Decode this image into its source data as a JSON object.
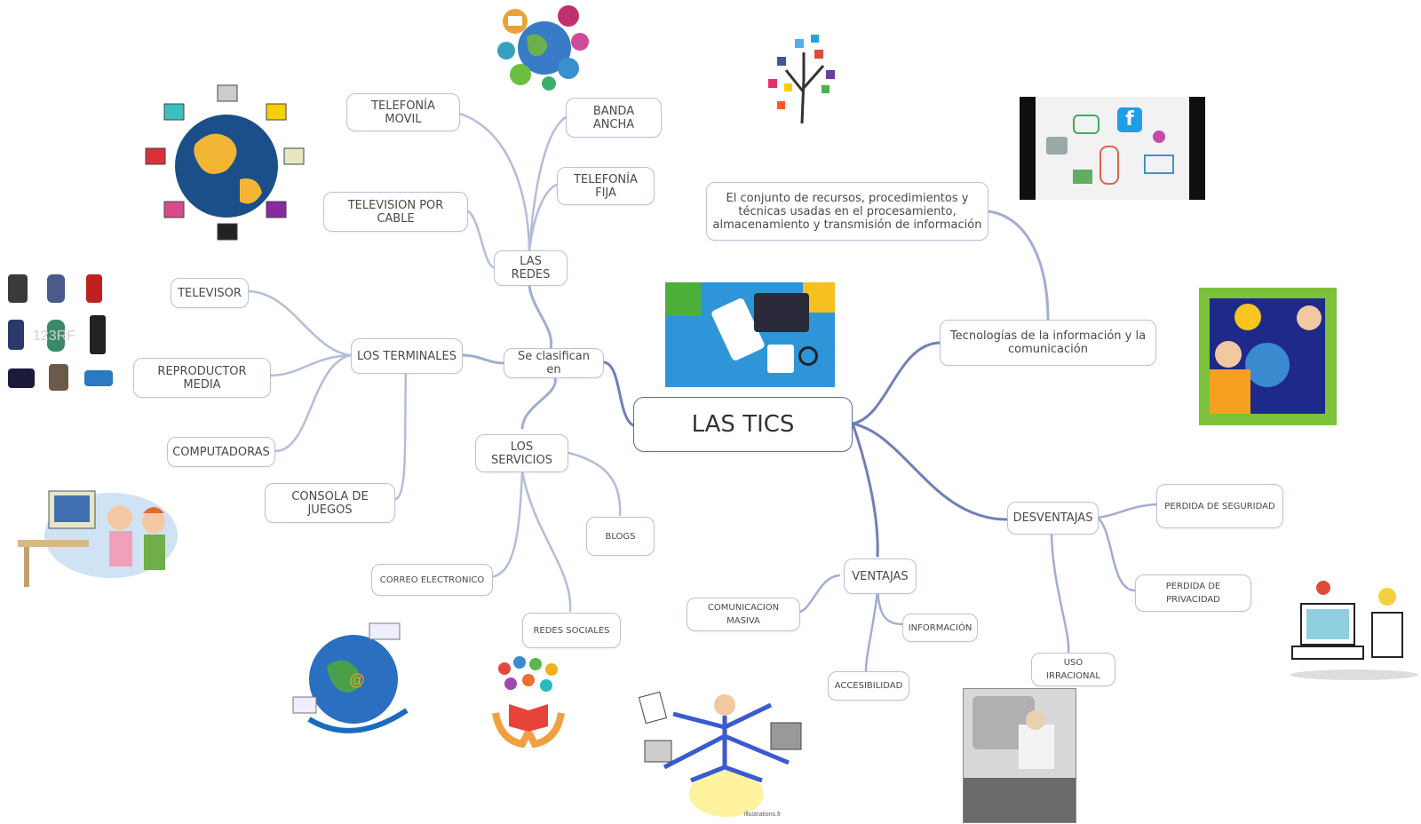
{
  "diagram": {
    "root": "LAS TICS",
    "definition": "El conjunto de recursos, procedimientos y técnicas usadas en el procesamiento, almacenamiento y transmisión de información",
    "tecnologias": "Tecnologías de la información y la comunicación",
    "clasifican": "Se clasifican en",
    "redes": "LAS REDES",
    "telefonia_movil": "TELEFONÍA MOVIL",
    "banda_ancha": "BANDA ANCHA",
    "telefonia_fija": "TELEFONÍA FIJA",
    "television_cable": "TELEVISION POR CABLE",
    "terminales": "LOS TERMINALES",
    "televisor": "TELEVISOR",
    "reproductor": "REPRODUCTOR MEDIA",
    "computadoras": "COMPUTADORAS",
    "consola": "CONSOLA DE JUEGOS",
    "servicios": "LOS SERVICIOS",
    "blogs": "BLOGS",
    "correo": "CORREO ELECTRONICO",
    "redes_sociales": "REDES SOCIALES",
    "ventajas": "VENTAJAS",
    "comunicacion": "COMUNICACION MASIVA",
    "informacion": "INFORMACIÓN",
    "accesibilidad": "ACCESIBILIDAD",
    "desventajas": "DESVENTAJAS",
    "perdida_seguridad": "PERDIDA DE SEGURIDAD",
    "perdida_privacidad": "PERDIDA DE PRIVACIDAD",
    "uso_irracional": "USO IRRACIONAL"
  },
  "images": {
    "watermark": "123RF",
    "illustration_credit": "illustrations.fr"
  },
  "colors": {
    "link_main": "#6f7fb8",
    "link_light": "#b3bddb",
    "border": "#b9c2d9",
    "root_border": "#5d6f9e"
  }
}
